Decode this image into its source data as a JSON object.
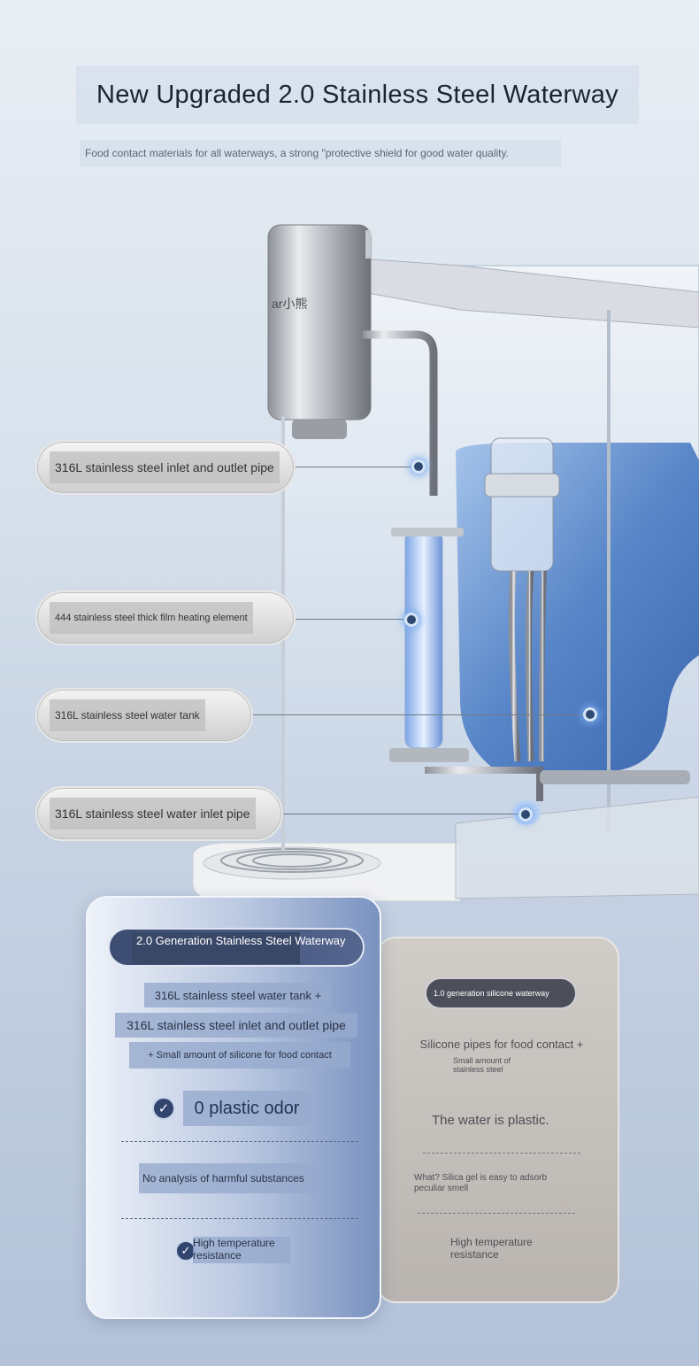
{
  "header": {
    "title": "New Upgraded 2.0 Stainless Steel Waterway",
    "subtitle": "Food contact materials for all waterways, a strong \"protective shield for good water quality."
  },
  "product": {
    "brand_mark": "ar小熊"
  },
  "callouts": [
    {
      "label": "316L stainless steel inlet and outlet pipe"
    },
    {
      "label": "444 stainless steel thick film heating element"
    },
    {
      "label": "316L stainless steel water tank"
    },
    {
      "label": "316L stainless steel water inlet pipe"
    }
  ],
  "gen2": {
    "badge": "2.0 Generation Stainless Steel Waterway",
    "line1": "316L stainless steel water tank +",
    "line2": "316L stainless steel inlet and outlet pipe",
    "line3": "+ Small amount of silicone for food contact",
    "benefit1": "0 plastic odor",
    "benefit2": "No analysis of harmful substances",
    "benefit3": "High temperature resistance"
  },
  "gen1": {
    "badge": "1.0 generation silicone waterway",
    "line1": "Silicone pipes for food contact +",
    "line2": "Small amount of stainless steel",
    "drawback1": "The water is plastic.",
    "drawback2": "What? Silica gel is easy to adsorb peculiar smell",
    "drawback3": "High temperature resistance"
  },
  "colors": {
    "accent_dark": "#3d4d72",
    "water_blue": "#4a7cc4",
    "background": "#d7e1ec"
  }
}
